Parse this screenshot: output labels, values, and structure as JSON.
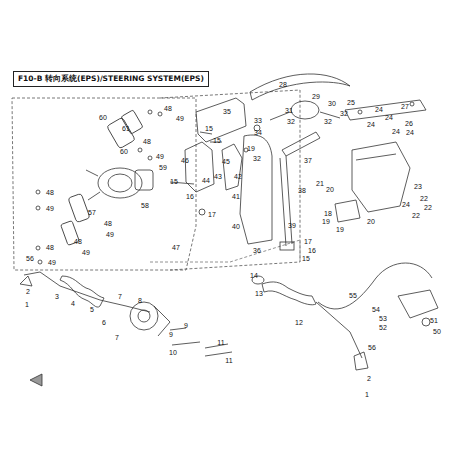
{
  "diagram": {
    "title": "F10-B 转向系统(EPS)/STEERING SYSTEM(EPS)",
    "labels": [
      "60",
      "61",
      "48",
      "49",
      "48",
      "60",
      "49",
      "59",
      "58",
      "48",
      "49",
      "57",
      "48",
      "49",
      "48",
      "49",
      "48",
      "49",
      "47",
      "35",
      "15",
      "15",
      "33",
      "34",
      "46",
      "45",
      "43",
      "44",
      "42",
      "19",
      "32",
      "15",
      "16",
      "41",
      "17",
      "40",
      "36",
      "39",
      "37",
      "38",
      "17",
      "16",
      "15",
      "28",
      "29",
      "30",
      "31",
      "32",
      "32",
      "32",
      "25",
      "27",
      "26",
      "24",
      "24",
      "24",
      "24",
      "24",
      "21",
      "20",
      "23",
      "24",
      "22",
      "22",
      "22",
      "18",
      "19",
      "19",
      "20",
      "56",
      "2",
      "1",
      "3",
      "4",
      "5",
      "6",
      "7",
      "8",
      "7",
      "9",
      "9",
      "10",
      "11",
      "11",
      "14",
      "13",
      "12",
      "56",
      "2",
      "1",
      "55",
      "54",
      "53",
      "52",
      "51",
      "50"
    ]
  }
}
